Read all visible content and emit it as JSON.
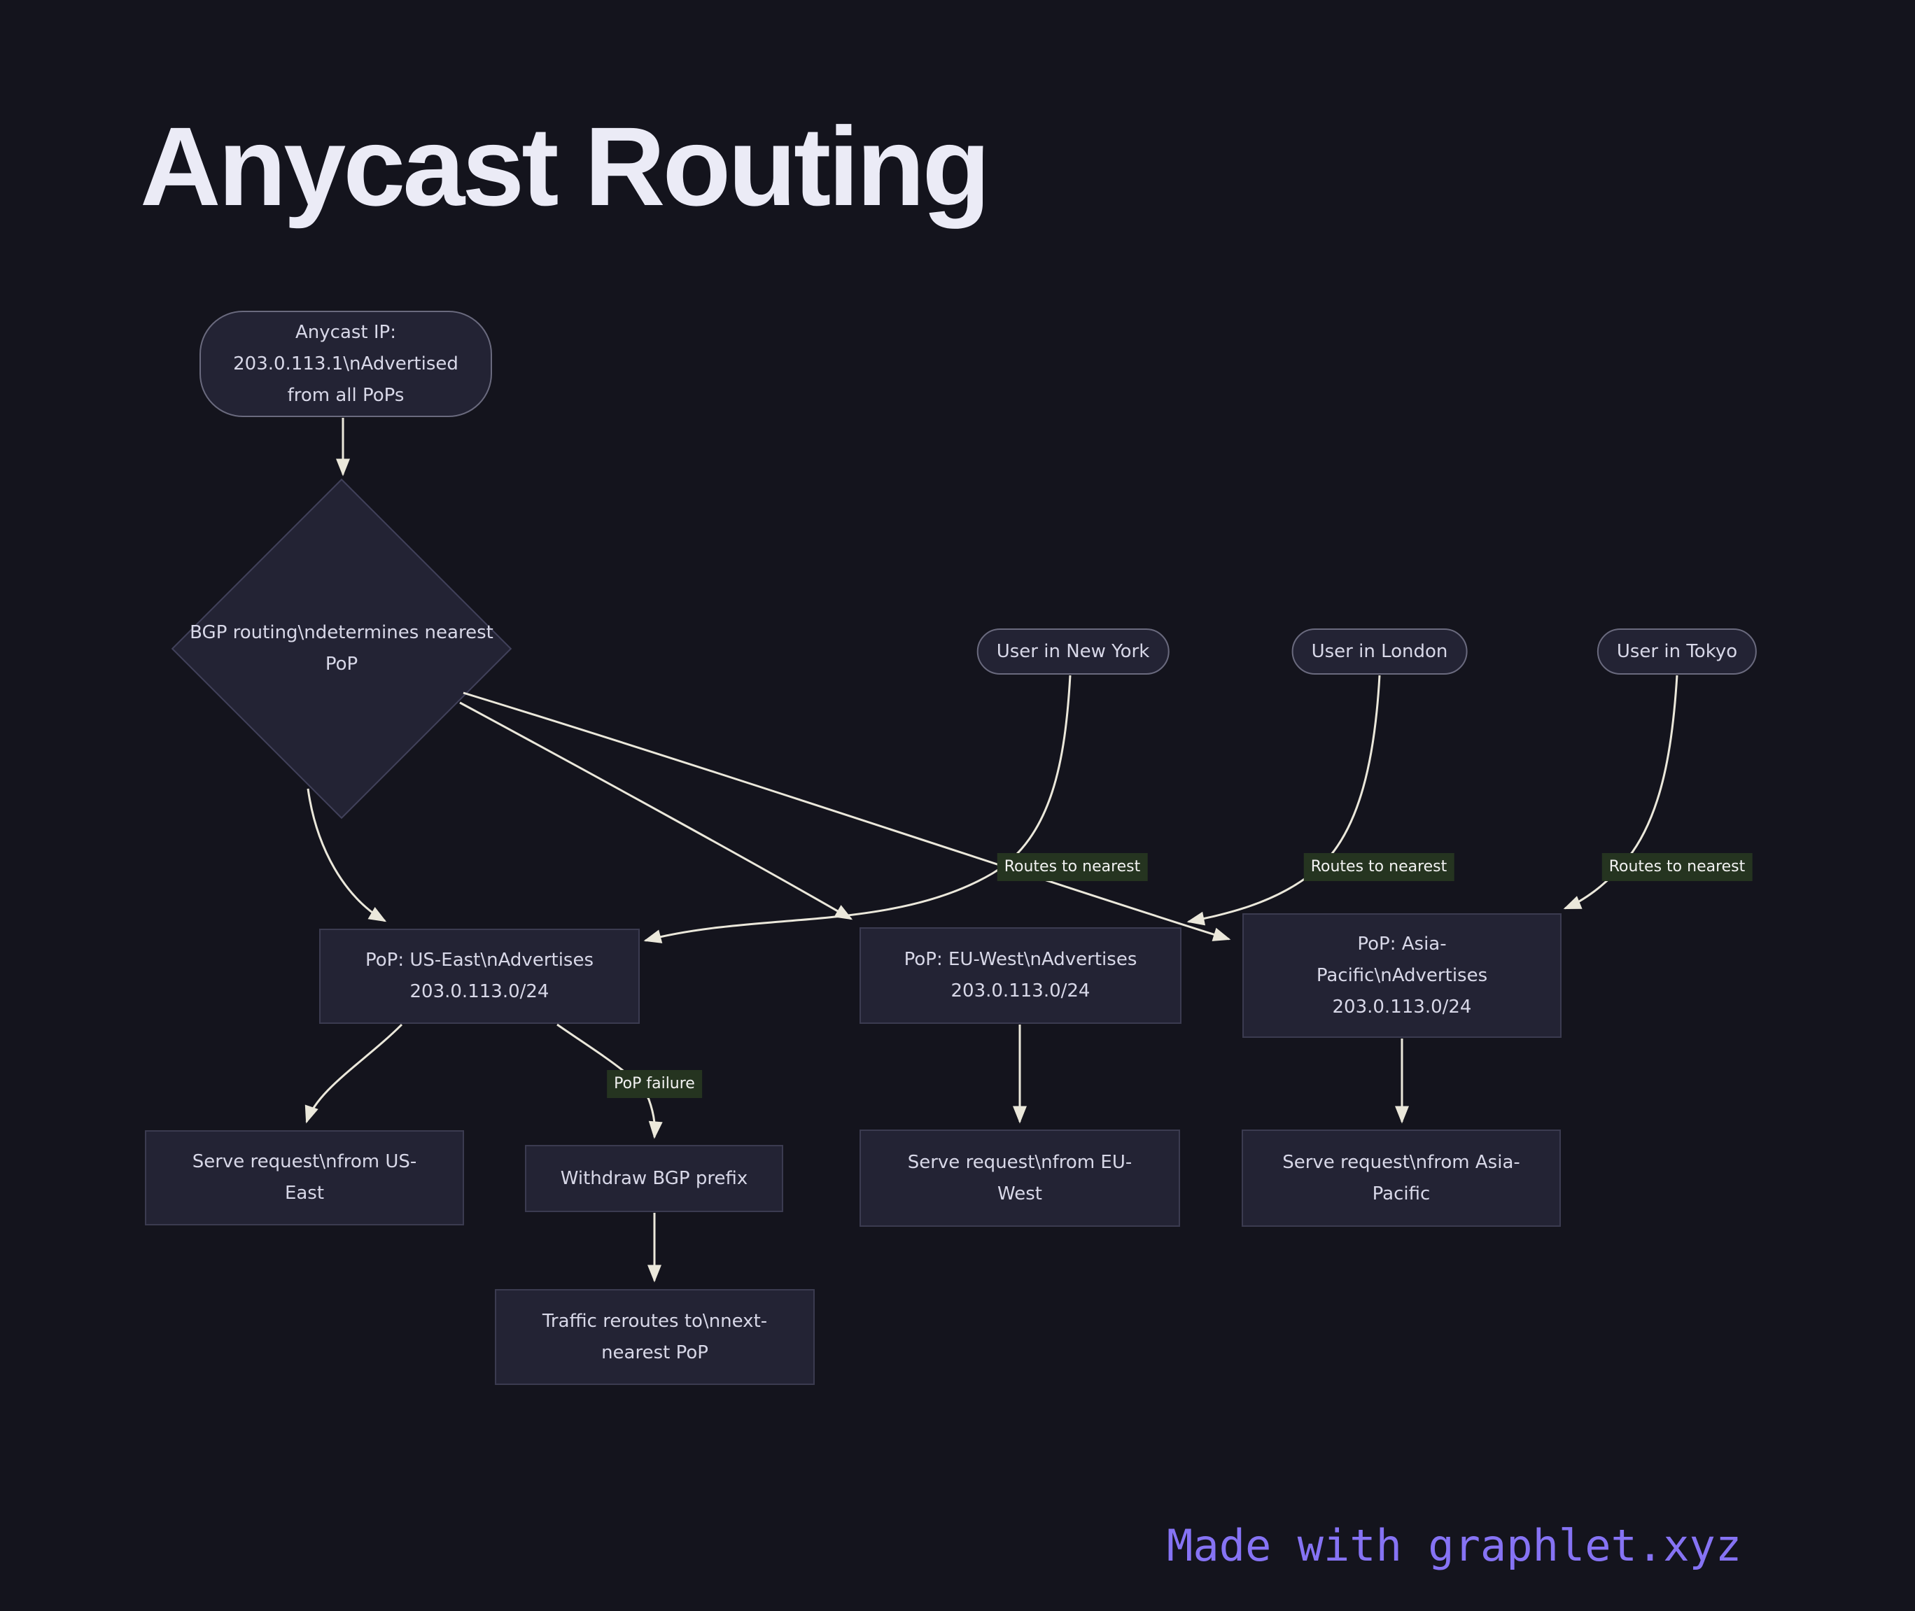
{
  "title": "Anycast Routing",
  "nodes": {
    "anycast_ip": {
      "shape": "pill",
      "label": "Anycast IP: 203.0.113.1\\nAdvertised from all PoPs"
    },
    "bgp_routing": {
      "shape": "diamond",
      "label": "BGP routing\\ndetermines nearest PoP"
    },
    "user_new_york": {
      "shape": "pill",
      "label": "User in New York"
    },
    "user_london": {
      "shape": "pill",
      "label": "User in London"
    },
    "user_tokyo": {
      "shape": "pill",
      "label": "User in Tokyo"
    },
    "pop_us_east": {
      "shape": "rect",
      "label": "PoP: US-East\\nAdvertises 203.0.113.0/24"
    },
    "pop_eu_west": {
      "shape": "rect",
      "label": "PoP: EU-West\\nAdvertises 203.0.113.0/24"
    },
    "pop_asia_pacific": {
      "shape": "rect",
      "label": "PoP: Asia-Pacific\\nAdvertises 203.0.113.0/24"
    },
    "serve_us_east": {
      "shape": "rect",
      "label": "Serve request\\nfrom US-East"
    },
    "withdraw_bgp": {
      "shape": "rect",
      "label": "Withdraw BGP prefix"
    },
    "serve_eu_west": {
      "shape": "rect",
      "label": "Serve request\\nfrom EU-West"
    },
    "serve_asia_pacific": {
      "shape": "rect",
      "label": "Serve request\\nfrom Asia-Pacific"
    },
    "traffic_reroutes": {
      "shape": "rect",
      "label": "Traffic reroutes to\\nnext-nearest PoP"
    }
  },
  "edge_labels": {
    "routes_new_york": "Routes to nearest",
    "routes_london": "Routes to nearest",
    "routes_tokyo": "Routes to nearest",
    "pop_failure": "PoP failure"
  },
  "footer": {
    "text": "Made with graphlet.xyz"
  },
  "colors": {
    "background": "#14141d",
    "node_fill": "#232334",
    "rect_border": "#3b3b50",
    "pill_border": "#6a6a7e",
    "diamond_border": "#41415a",
    "node_text": "#d8d8e8",
    "edge_line": "#ebe8db",
    "edge_label_bg": "#253420",
    "edge_label_text": "#f2f2f2",
    "title_text": "#ebebf6",
    "footer_text": "#8673f4"
  }
}
